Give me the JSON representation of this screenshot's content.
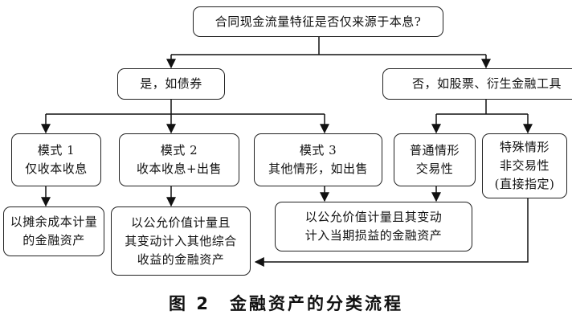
{
  "nodes": {
    "root": [
      "合同现金流量特征是否仅来源于本息?"
    ],
    "yes": [
      "是，如债券"
    ],
    "no": [
      "否，如股票、衍生金融工具"
    ],
    "mode1": [
      "模式 1",
      "仅收本收息"
    ],
    "mode2": [
      "模式 2",
      "收本收息+出售"
    ],
    "mode3": [
      "模式 3",
      "其他情形，如出售"
    ],
    "normal": [
      "普通情形",
      "交易性"
    ],
    "special": [
      "特殊情形",
      "非交易性",
      "(直接指定)"
    ],
    "amortized": [
      "以摊余成本计量",
      "的金融资产"
    ],
    "fvoci": [
      "以公允价值计量且",
      "其变动计入其他综合",
      "收益的金融资产"
    ],
    "fvpl": [
      "以公允价值计量且其变动",
      "计入当期损益的金融资产"
    ]
  },
  "caption": "图 2　金融资产的分类流程"
}
